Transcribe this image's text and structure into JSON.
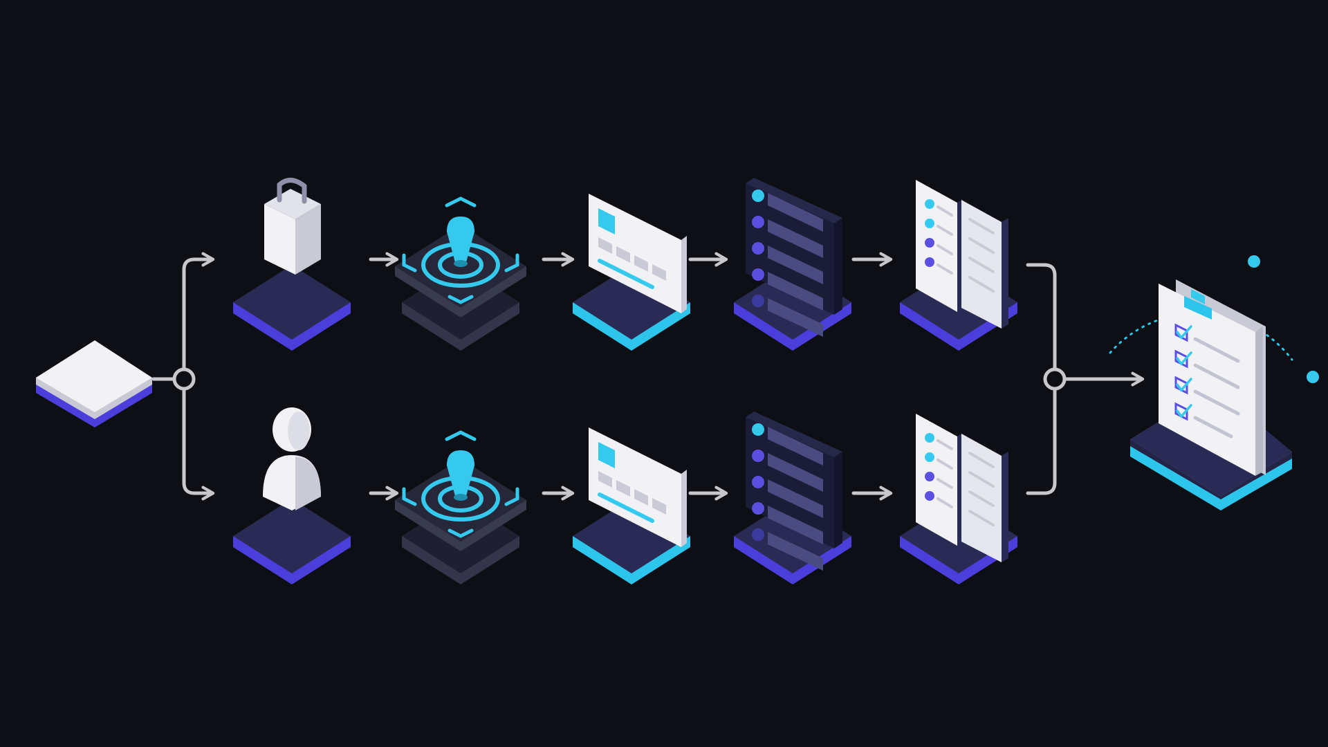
{
  "colors": {
    "background": "#0e0f14",
    "platform_top": "#2a2b55",
    "platform_side_blue": "#4b3fdc",
    "platform_side_cyan": "#2ec5ec",
    "platform_side_dark": "#34354a",
    "paper": "#f2f2f5",
    "paper_shade": "#c9cad6",
    "accent_cyan": "#35c9ee",
    "accent_violet": "#5a4fe0",
    "connector": "#c8c8cc",
    "dim_bar": "#4a4b80"
  },
  "nodes": {
    "start": {
      "icon": "blank-tile-icon"
    },
    "junction_split": {
      "icon": "junction-circle-icon"
    },
    "junction_merge": {
      "icon": "junction-circle-icon"
    },
    "end": {
      "icon": "clipboard-checklist-icon"
    }
  },
  "rows": [
    {
      "name": "top",
      "steps": [
        {
          "icon": "shopping-bag-icon",
          "base": "blue"
        },
        {
          "icon": "location-target-icon",
          "base": "dark"
        },
        {
          "icon": "id-card-icon",
          "base": "cyan"
        },
        {
          "icon": "server-list-icon",
          "base": "blue"
        },
        {
          "icon": "notebook-icon",
          "base": "blue"
        }
      ]
    },
    {
      "name": "bottom",
      "steps": [
        {
          "icon": "user-icon",
          "base": "blue"
        },
        {
          "icon": "location-target-icon",
          "base": "dark"
        },
        {
          "icon": "id-card-icon",
          "base": "cyan"
        },
        {
          "icon": "server-list-icon",
          "base": "blue"
        },
        {
          "icon": "notebook-icon",
          "base": "blue"
        }
      ]
    }
  ],
  "orbit": {
    "icon": "orbit-arc-icon",
    "dots": 2
  }
}
